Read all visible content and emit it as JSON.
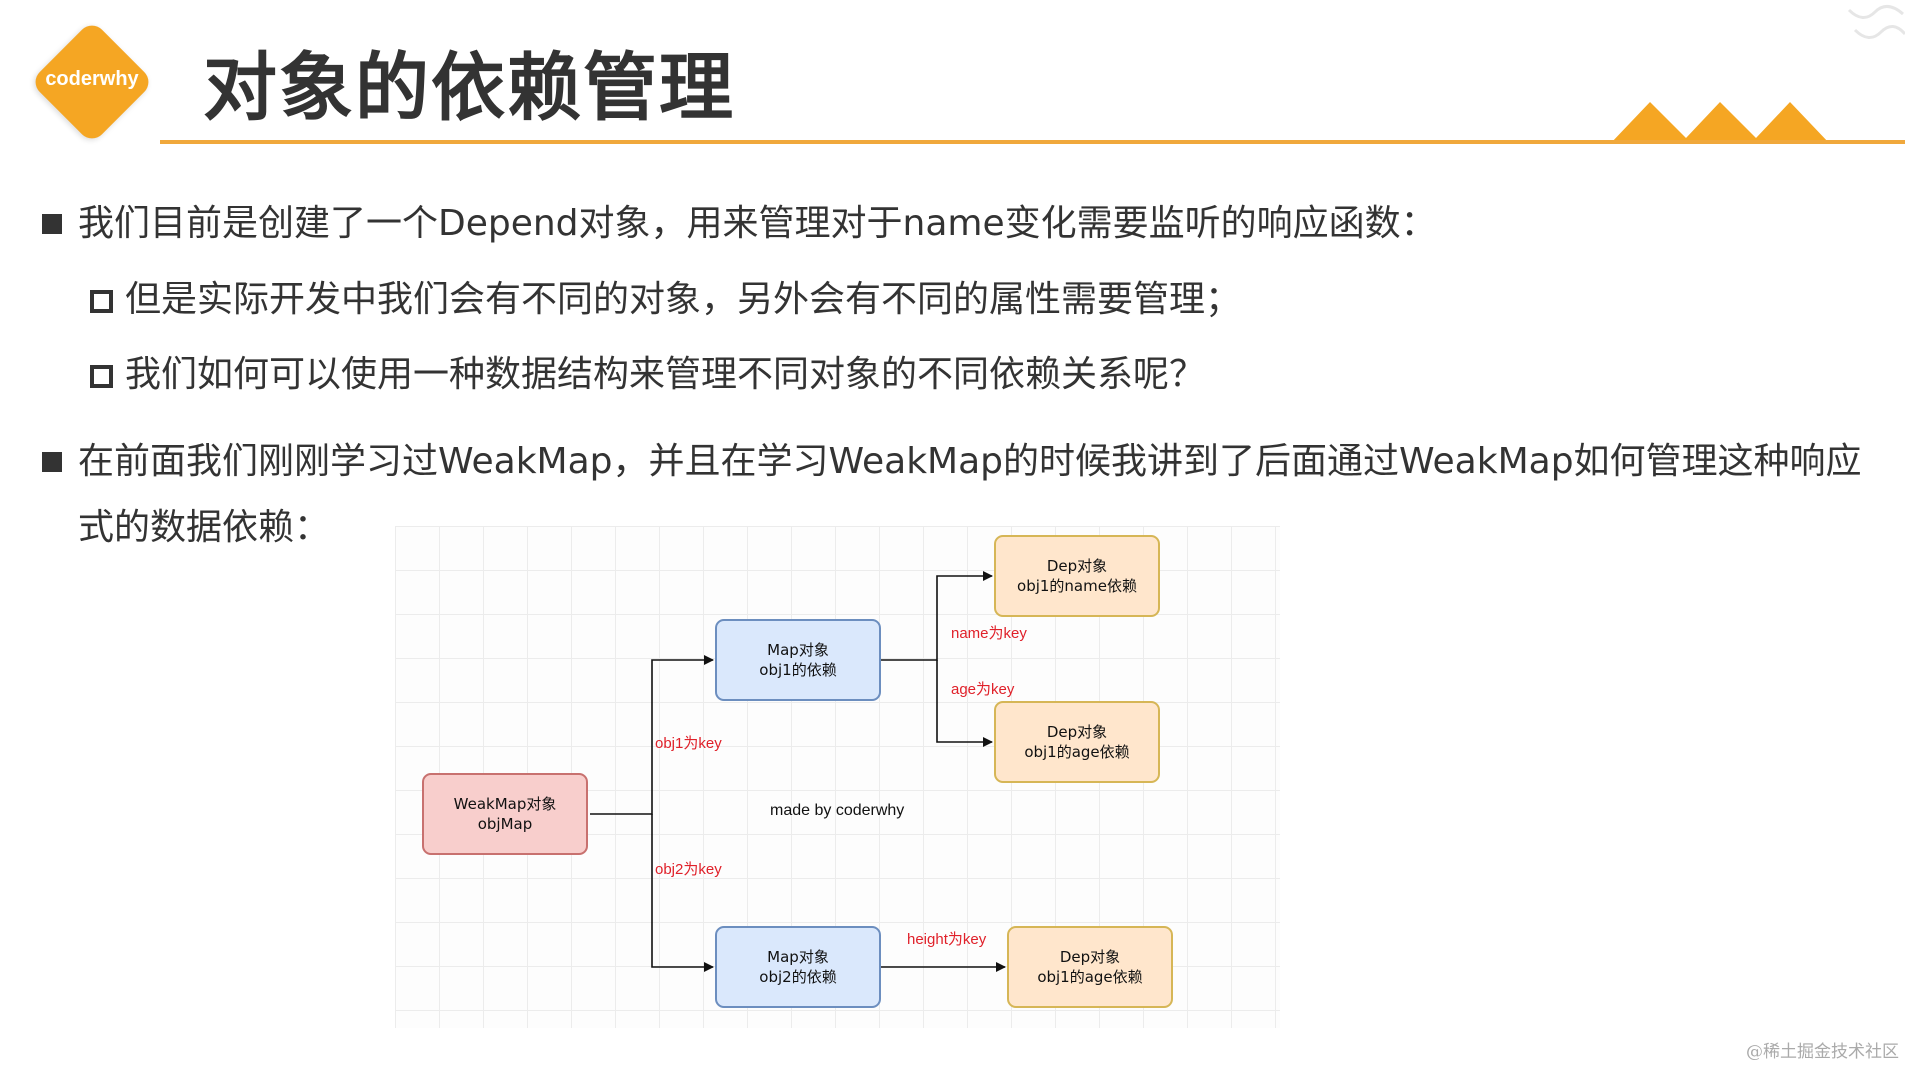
{
  "header": {
    "logo_text": "coderwhy",
    "title": "对象的依赖管理"
  },
  "bullets": [
    {
      "text": "我们目前是创建了一个Depend对象，用来管理对于name变化需要监听的响应函数："
    },
    {
      "text": "但是实际开发中我们会有不同的对象，另外会有不同的属性需要管理；"
    },
    {
      "text": "我们如何可以使用一种数据结构来管理不同对象的不同依赖关系呢？"
    },
    {
      "text": "在前面我们刚刚学习过WeakMap，并且在学习WeakMap的时候我讲到了后面通过WeakMap如何管理这种响应式的数据依赖："
    }
  ],
  "diagram": {
    "nodes": {
      "weakmap": {
        "line1": "WeakMap对象",
        "line2": "objMap"
      },
      "map1": {
        "line1": "Map对象",
        "line2": "obj1的依赖"
      },
      "map2": {
        "line1": "Map对象",
        "line2": "obj2的依赖"
      },
      "dep1": {
        "line1": "Dep对象",
        "line2": "obj1的name依赖"
      },
      "dep2": {
        "line1": "Dep对象",
        "line2": "obj1的age依赖"
      },
      "dep3": {
        "line1": "Dep对象",
        "line2": "obj1的age依赖"
      }
    },
    "edge_labels": {
      "obj1": "obj1为key",
      "obj2": "obj2为key",
      "name": "name为key",
      "age": "age为key",
      "height": "height为key"
    },
    "watermark_text": "made by coderwhy",
    "colors": {
      "pink_fill": "#f8cecc",
      "blue_fill": "#dae8fc",
      "orange_fill": "#ffe6cc",
      "edge_label": "#e0212a"
    }
  },
  "footer": {
    "watermark": "@稀土掘金技术社区"
  },
  "theme": {
    "accent": "#f5a623",
    "rule_line": "#f0a83c"
  }
}
